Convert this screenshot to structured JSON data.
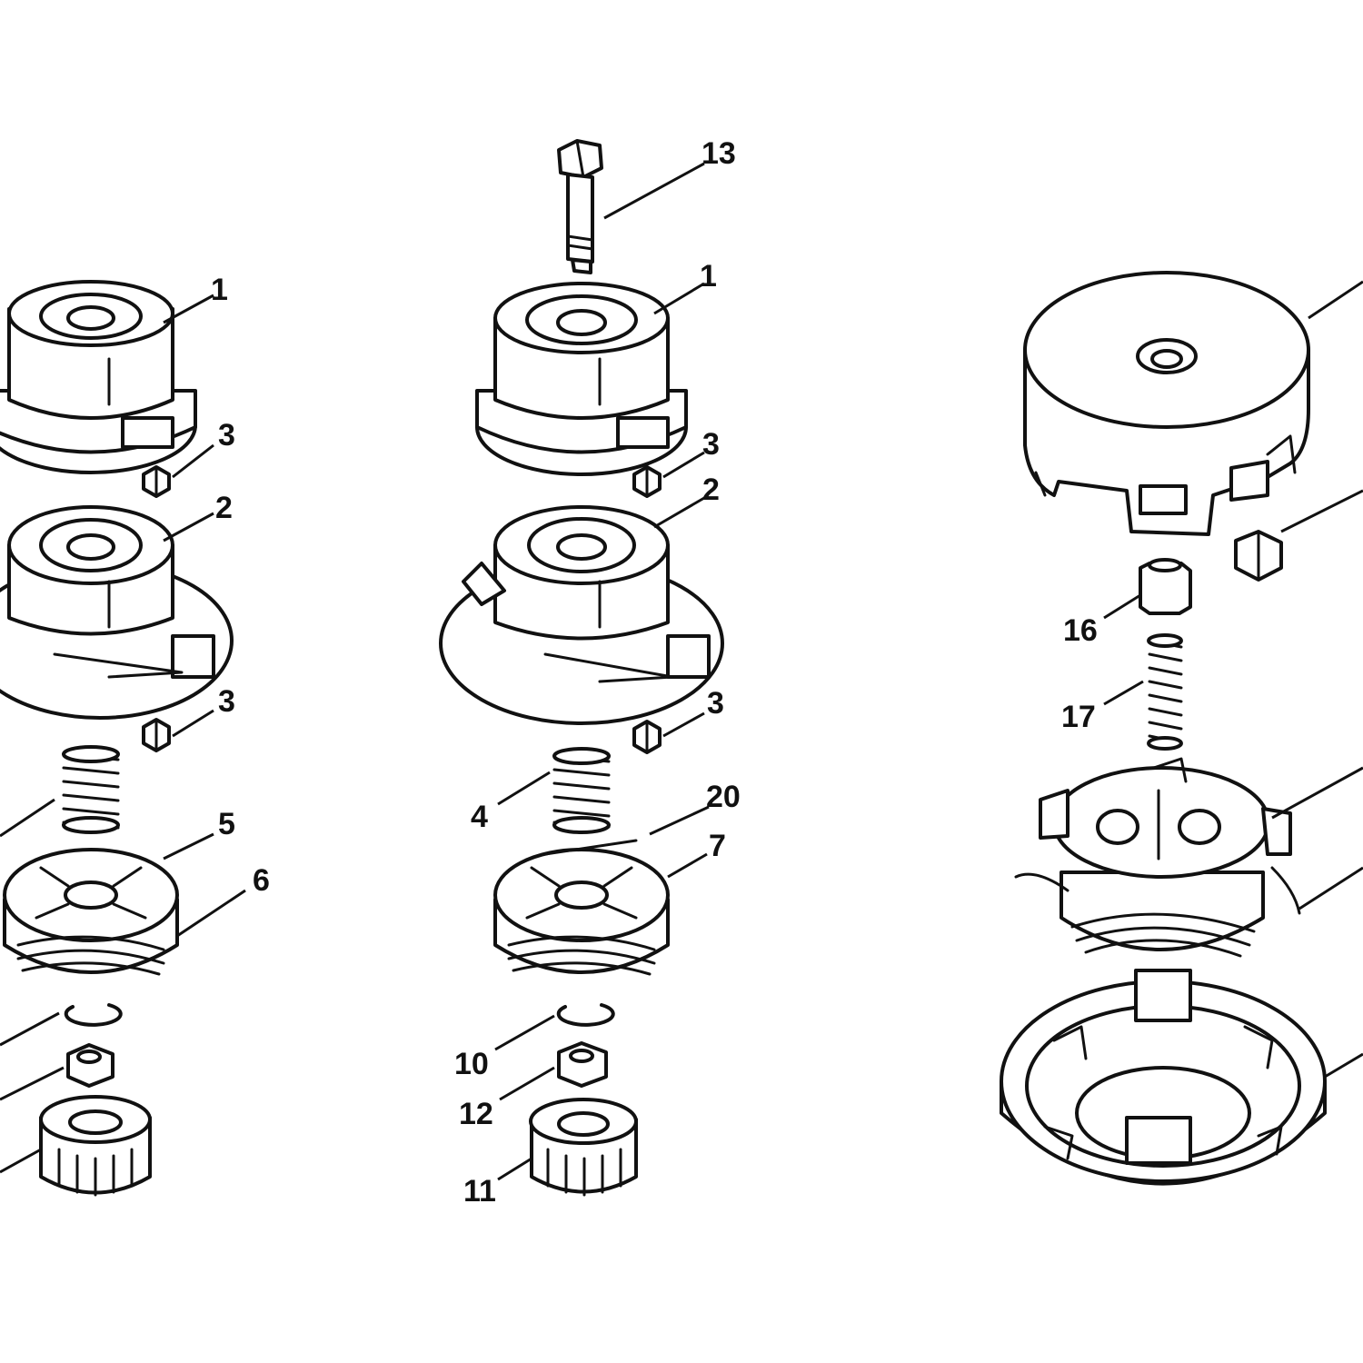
{
  "callouts": {
    "left": {
      "c1": "1",
      "c3a": "3",
      "c2": "2",
      "c3b": "3",
      "c5": "5",
      "c6": "6"
    },
    "middle": {
      "c13": "13",
      "c1": "1",
      "c3a": "3",
      "c2": "2",
      "c3b": "3",
      "c4": "4",
      "c20": "20",
      "c7": "7",
      "c10": "10",
      "c12": "12",
      "c11": "11"
    },
    "right": {
      "c16": "16",
      "c17": "17"
    }
  }
}
